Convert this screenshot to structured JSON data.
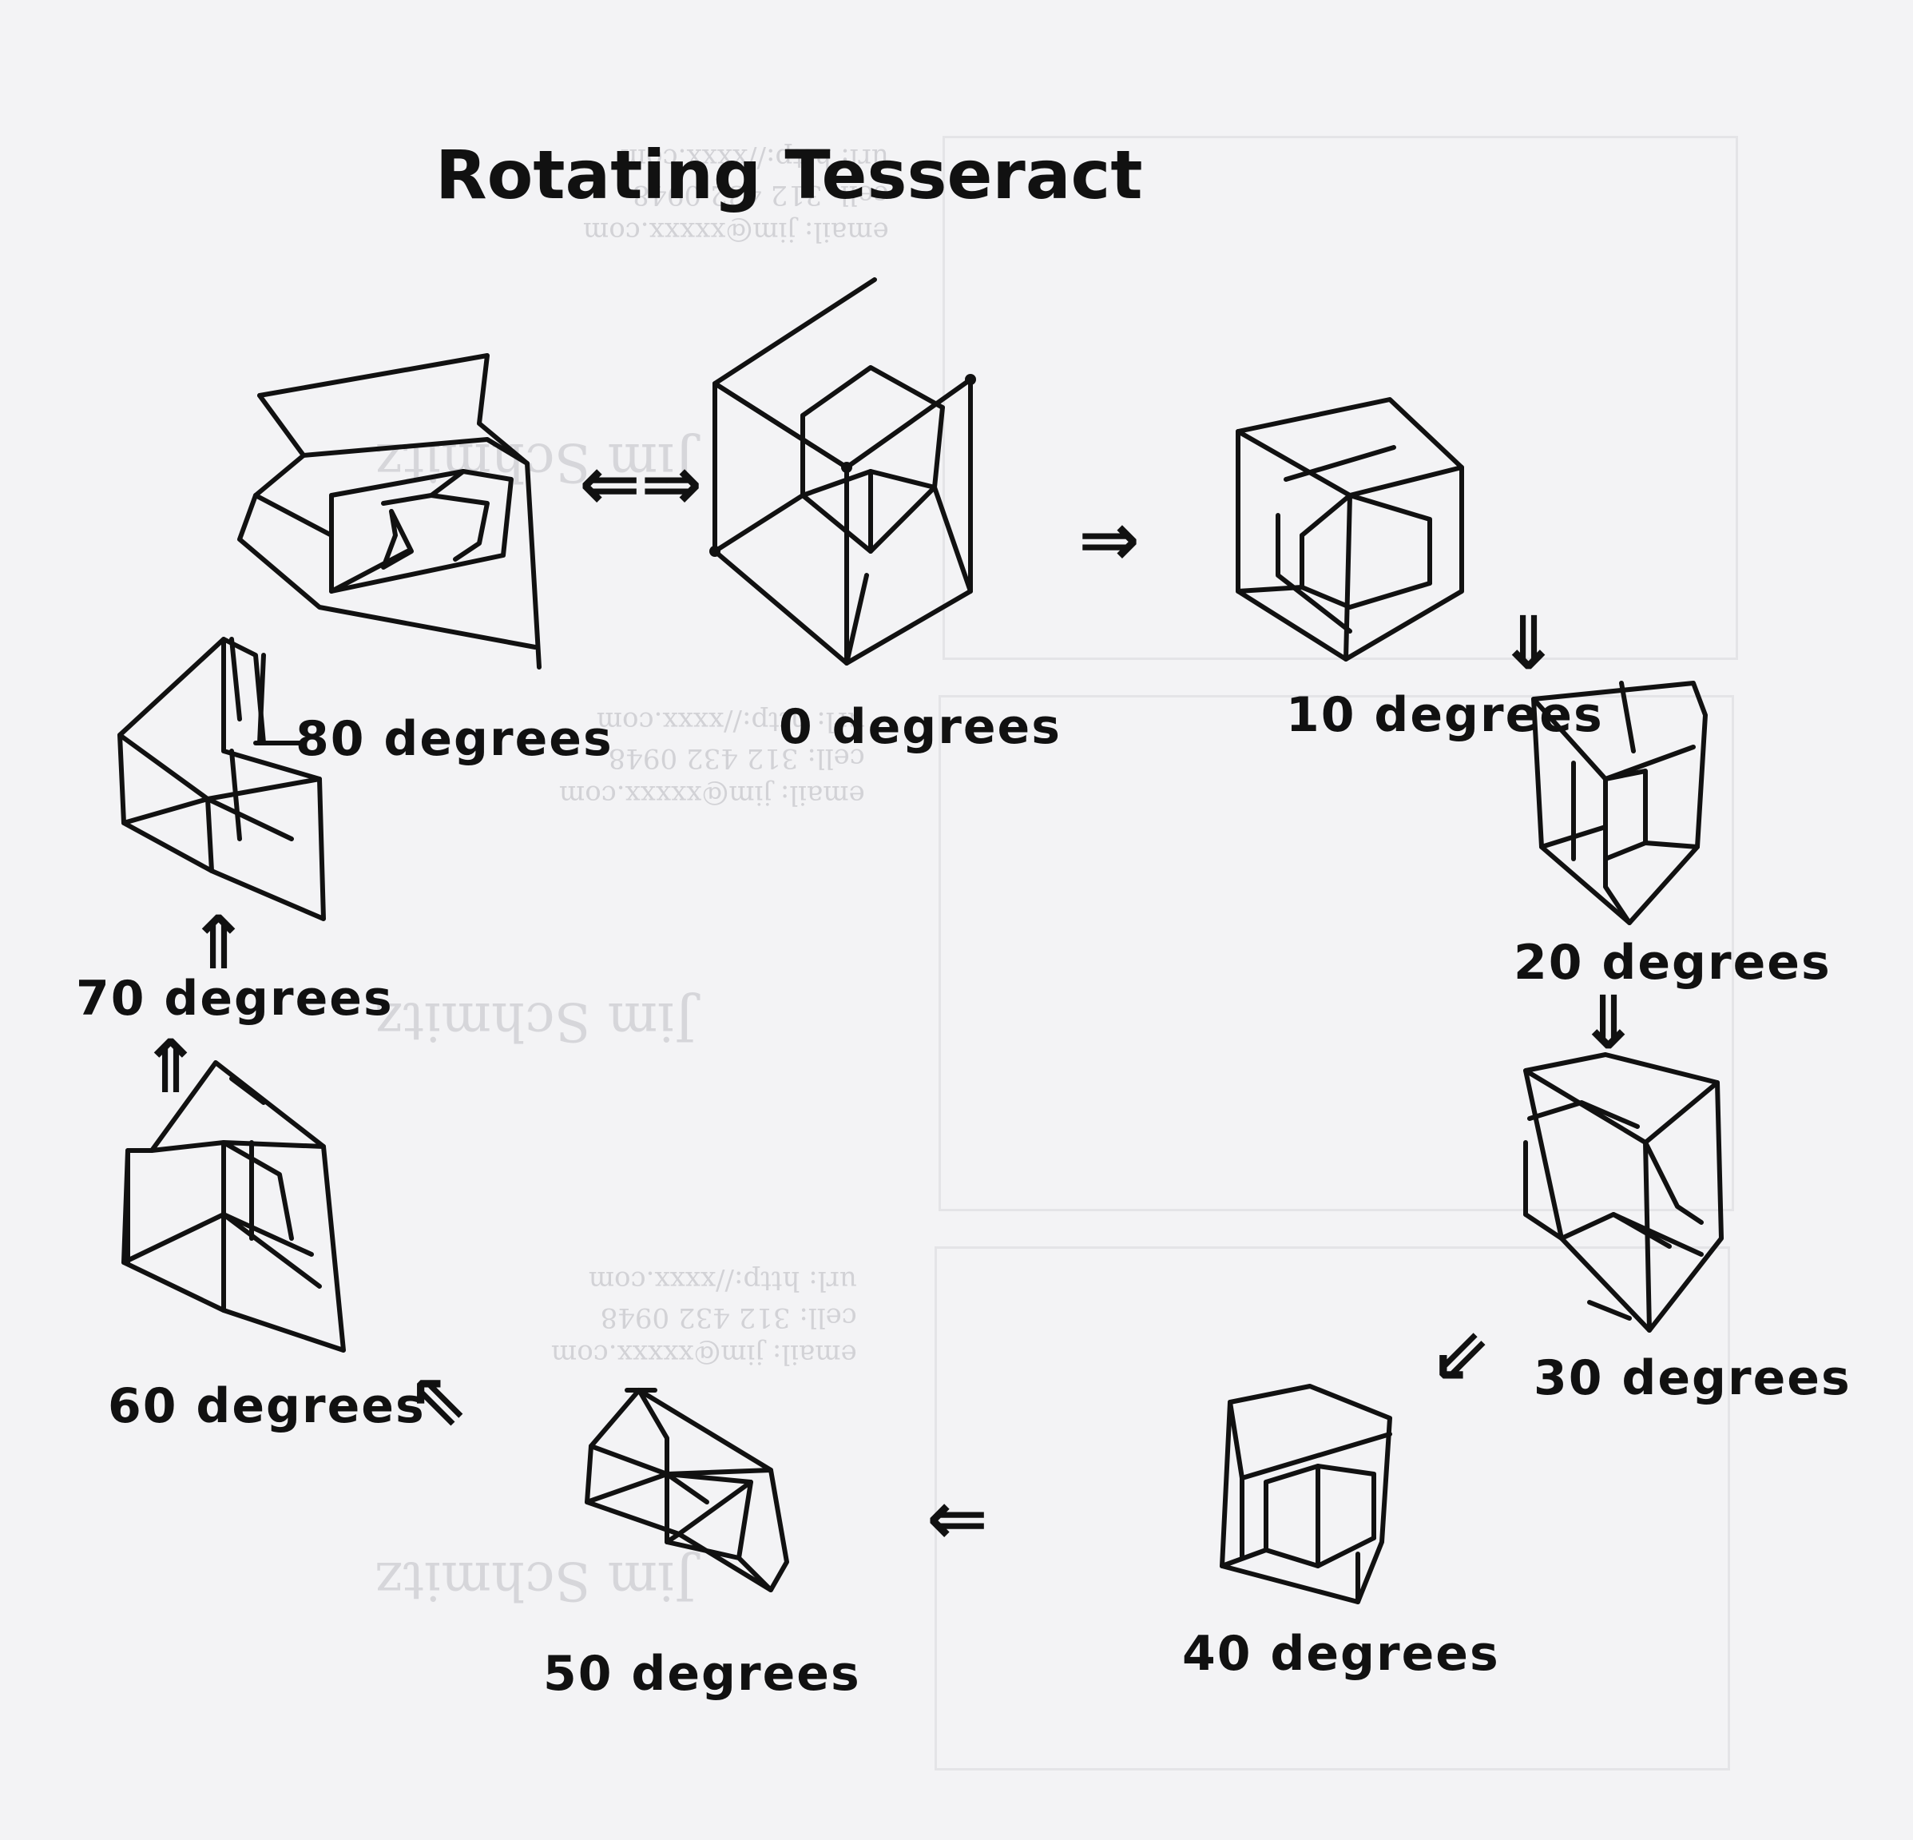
{
  "title": "Rotating Tesseract",
  "figures": [
    {
      "label": "0 degrees",
      "angle": 0
    },
    {
      "label": "10 degrees",
      "angle": 10
    },
    {
      "label": "20 degrees",
      "angle": 20
    },
    {
      "label": "30 degrees",
      "angle": 30
    },
    {
      "label": "40 degrees",
      "angle": 40
    },
    {
      "label": "50 degrees",
      "angle": 50
    },
    {
      "label": "60 degrees",
      "angle": 60
    },
    {
      "label": "70 degrees",
      "angle": 70
    },
    {
      "label": "80 degrees",
      "angle": 80
    }
  ],
  "arrows": {
    "a_80_0": "⇐⇒",
    "a_0_10": "⇒",
    "a_10_20": "⇓",
    "a_20_30": "⇓",
    "a_30_40": "⇙",
    "a_40_50": "⇐",
    "a_50_60": "⇖",
    "a_60_70": "⇑",
    "a_70_80": "⇑"
  },
  "bleed_through": {
    "card_1": [
      "email: jim@xxxxx.com",
      "cell: 312 432 0948",
      "url: http://xxxx.com"
    ],
    "card_2": [
      "email: jim@xxxxx.com",
      "cell: 312 432 0948",
      "url: http://xxxx.com"
    ],
    "card_3": [
      "email: jim@xxxxx.com",
      "cell: 312 432 0948",
      "url: http://xxxx.com"
    ],
    "name_1": "Jim Schmitz",
    "name_2": "Jim Schmitz",
    "name_3": "Jim Schmitz"
  }
}
